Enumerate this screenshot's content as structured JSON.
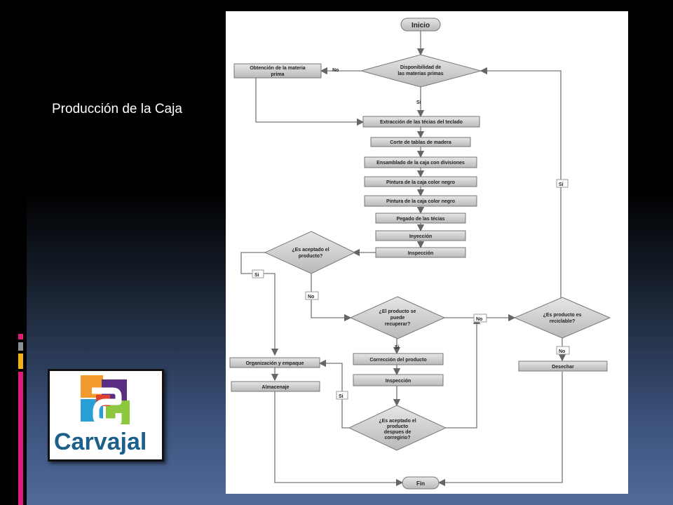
{
  "slide": {
    "title": "Producción de la Caja"
  },
  "logo": {
    "brand": "Carvajal",
    "brand_color": "#1b5f8a"
  },
  "flowchart": {
    "start": "Inicio",
    "end": "Fin",
    "decision_materias": [
      "Disponibilidad de",
      "las materias primas"
    ],
    "obtencion": [
      "Obtención de la materia",
      "prima"
    ],
    "steps": [
      "Extracción de las técias del teclado",
      "Corte de tablas de madera",
      "Ensamblado de la caja con divisiones",
      "Pintura de la caja color negro",
      "Pintura de la caja color negro",
      "Pegado de las técias",
      "Inyección",
      "Inspección"
    ],
    "decision_aceptado": [
      "¿Es aceptado el",
      "producto?"
    ],
    "decision_recuperar": [
      "¿El producto se",
      "puede",
      "recuperar?"
    ],
    "decision_reciclable": [
      "¿Es producto es",
      "reciclable?"
    ],
    "correccion": "Corrección del producto",
    "inspeccion2": "Inspección",
    "decision_despues": [
      "¿Es aceptado el",
      "producto",
      "despues de",
      "corregirio?"
    ],
    "organizacion": "Organización y empaque",
    "almacenaje": "Almacenaje",
    "desechar": "Desechar",
    "labels": {
      "no": "No",
      "si": "Si"
    }
  }
}
